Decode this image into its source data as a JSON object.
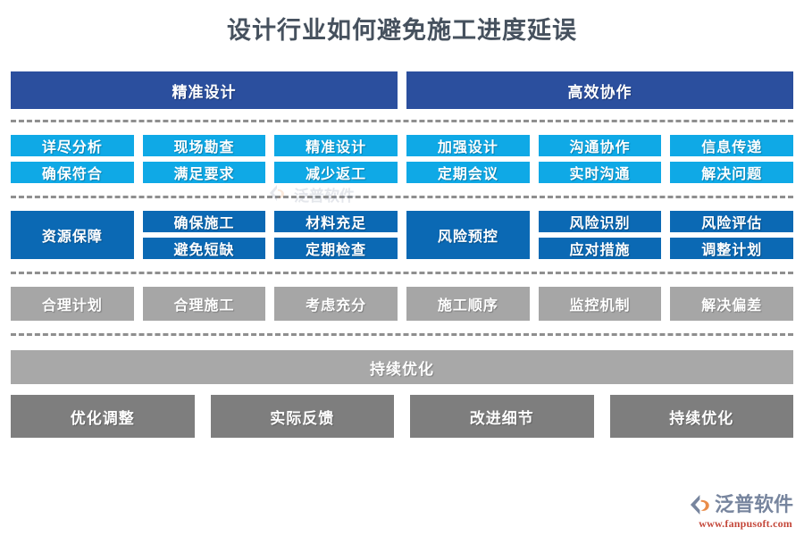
{
  "page": {
    "title": "设计行业如何避免施工进度延误"
  },
  "colors": {
    "header_navy": "#2b4f9e",
    "cyan": "#0fa9e6",
    "blue": "#0b69b4",
    "grey_light": "#a6a6a6",
    "grey_banner": "#a8a8a8",
    "grey_dark": "#7e7e7e",
    "title_text": "#46515e",
    "divider": "#8f8f8f",
    "logo_text": "#6c7b96",
    "logo_url": "#c0392b"
  },
  "headers": [
    {
      "label": "精准设计"
    },
    {
      "label": "高效协作"
    }
  ],
  "section_cyan": {
    "columns": [
      {
        "top": "详尽分析",
        "bottom": "确保符合"
      },
      {
        "top": "现场勘查",
        "bottom": "满足要求"
      },
      {
        "top": "精准设计",
        "bottom": "减少返工"
      },
      {
        "top": "加强设计",
        "bottom": "定期会议"
      },
      {
        "top": "沟通协作",
        "bottom": "实时沟通"
      },
      {
        "top": "信息传递",
        "bottom": "解决问题"
      }
    ]
  },
  "section_blue": {
    "groups": [
      {
        "anchor": "资源保障",
        "columns": [
          {
            "top": "确保施工",
            "bottom": "避免短缺"
          },
          {
            "top": "材料充足",
            "bottom": "定期检查"
          }
        ]
      },
      {
        "anchor": "风险预控",
        "columns": [
          {
            "top": "风险识别",
            "bottom": "应对措施"
          },
          {
            "top": "风险评估",
            "bottom": "调整计划"
          }
        ]
      }
    ]
  },
  "section_grey": {
    "items": [
      {
        "label": "合理计划"
      },
      {
        "label": "合理施工"
      },
      {
        "label": "考虑充分"
      },
      {
        "label": "施工顺序"
      },
      {
        "label": "监控机制"
      },
      {
        "label": "解决偏差"
      }
    ]
  },
  "banner": {
    "label": "持续优化"
  },
  "section_bottom": {
    "items": [
      {
        "label": "优化调整"
      },
      {
        "label": "实际反馈"
      },
      {
        "label": "改进细节"
      },
      {
        "label": "持续优化"
      }
    ]
  },
  "logo": {
    "name": "泛普软件",
    "url": "www.fanpusoft.com"
  }
}
